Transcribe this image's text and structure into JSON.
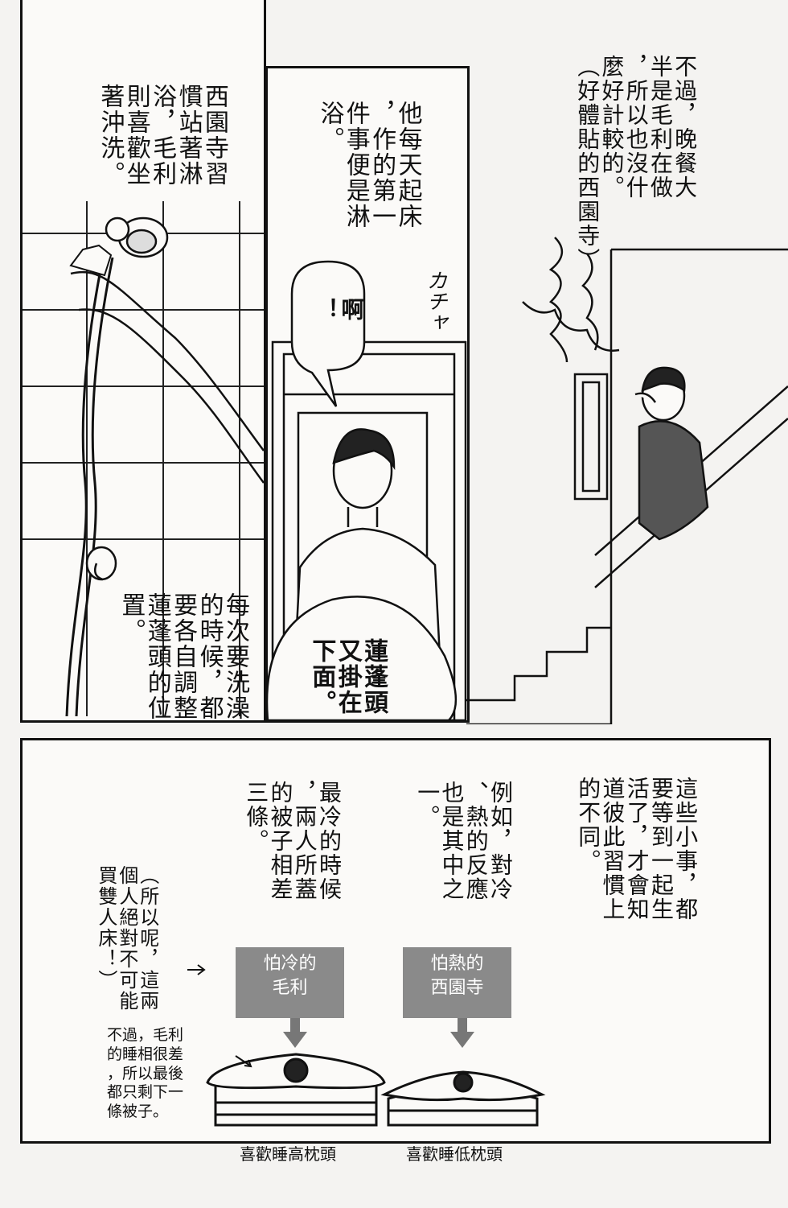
{
  "panel_shower": {
    "caption_saionji": "西園寺習\n慣站著淋\n浴，毛利\n則喜歡坐\n著沖洗。",
    "caption_adjust": "每次要洗澡\n的時候，都\n要各自調整\n蓮蓬頭的位\n置。"
  },
  "panel_door": {
    "caption_morning": "他每天起床\n，作的第一\n件事便是淋\n浴。",
    "sfx": "カチャ",
    "speech": "啊\n！",
    "caption_hung": "蓮蓬頭\n又掛在\n下面。"
  },
  "panel_stairs": {
    "caption_dinner": "不過，晚餐大\n半是毛利在做\n，所以也沒什\n麼好計較的。\n（好體貼的西園寺）"
  },
  "panel_bottom": {
    "caption_habits": "這些小事，都\n要等到一起生\n活了，才會知\n道彼此習慣上\n的不同。",
    "caption_cold_hot": "例如，對冷\n、熱的反應\n也是其中之\n一。",
    "caption_blankets": "最冷的時候\n，兩人所蓋\n的被子相差\n三條。",
    "caption_bed": "（所以呢，這兩\n個人絕對不可能\n買雙人床！）",
    "note_sleep": "不過，毛利\n的睡相很差\n，所以最後\n都只剩下一\n條被子。",
    "label_mouri": "怕冷的\n毛利",
    "label_saionji": "怕熱的\n西園寺"
  },
  "under_labels": {
    "high_pillow": "喜歡睡高枕頭",
    "low_pillow": "喜歡睡低枕頭"
  }
}
